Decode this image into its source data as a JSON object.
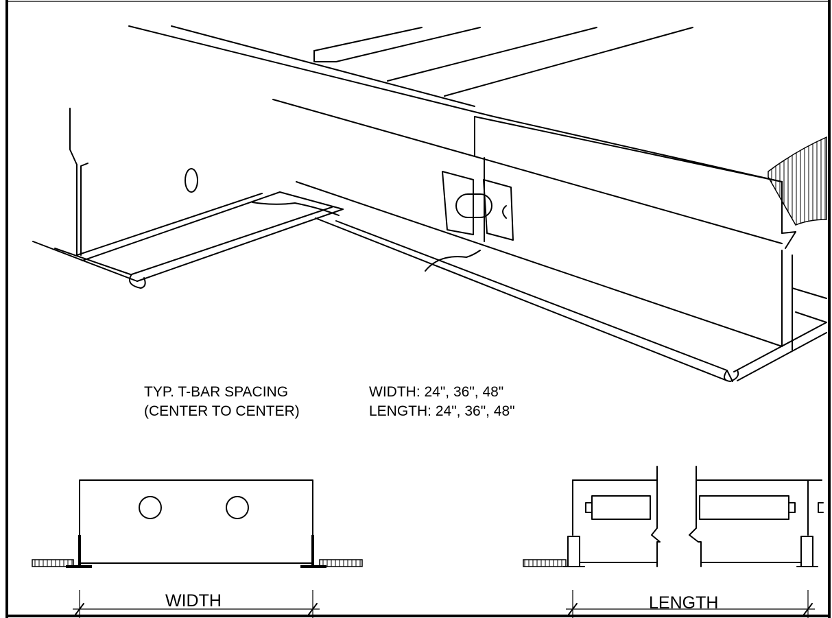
{
  "notes": {
    "spacing_title": "TYP. T-BAR SPACING",
    "spacing_subtitle": "(CENTER TO CENTER)",
    "width_spec": "WIDTH: 24\", 36\", 48\"",
    "length_spec": "LENGTH: 24\", 36\", 48\""
  },
  "dimensions": {
    "width_label": "WIDTH",
    "length_label": "LENGTH"
  },
  "colors": {
    "line": "#000000",
    "background": "#ffffff"
  }
}
